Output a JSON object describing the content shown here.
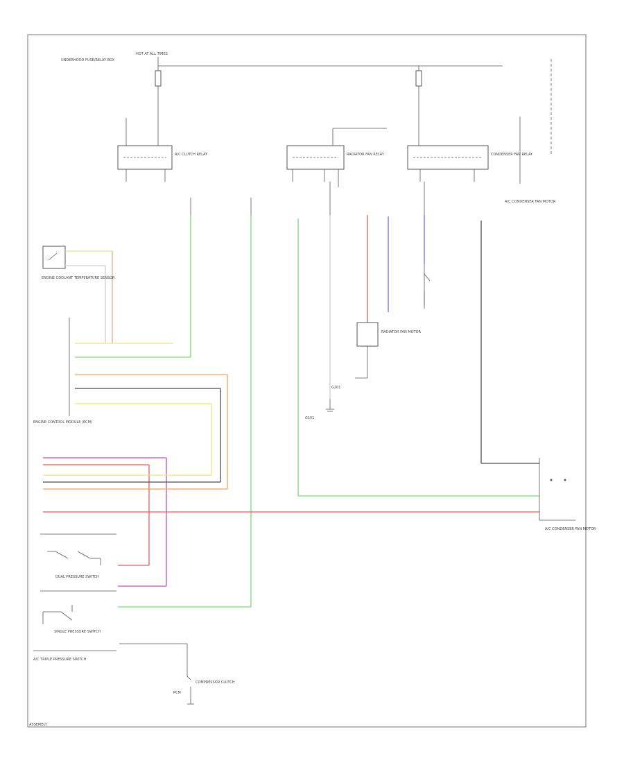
{
  "wire_colors": {
    "black": "#4a4a4a",
    "green": "#7ad97a",
    "red": "#f05a5a",
    "blue": "#6b6bf0",
    "orange": "#f2a55a",
    "yellow": "#e8e87a",
    "tan": "#d2b48c",
    "violet": "#b45ab4",
    "white": "#cfcfcf"
  },
  "labels": {
    "hot_at_all_times": "HOT AT ALL TIMES",
    "power_source": "UNDERHOOD FUSE/RELAY BOX",
    "relay_left": "A/C CLUTCH RELAY",
    "relay_mid": "RADIATOR FAN RELAY",
    "relay_right": "CONDENSER FAN RELAY",
    "refrigerant_sensor": "ENGINE COOLANT TEMPERATURE SENSOR",
    "ecm": "ENGINE CONTROL MODULE (ECM)",
    "ac_fan_motor": "A/C CONDENSER FAN MOTOR",
    "radiator_fan_motor": "RADIATOR FAN MOTOR",
    "ground_left": "G101",
    "ground_right": "G201",
    "dual_pressure_switch": "DUAL PRESSURE SWITCH",
    "single_pressure_switch": "SINGLE PRESSURE SWITCH",
    "ac_pressure_switch": "A/C TRIPLE PRESSURE SWITCH",
    "compressor": "COMPRESSOR CLUTCH",
    "pcm_note": "PCM",
    "footer": "ASSEMBLY"
  }
}
